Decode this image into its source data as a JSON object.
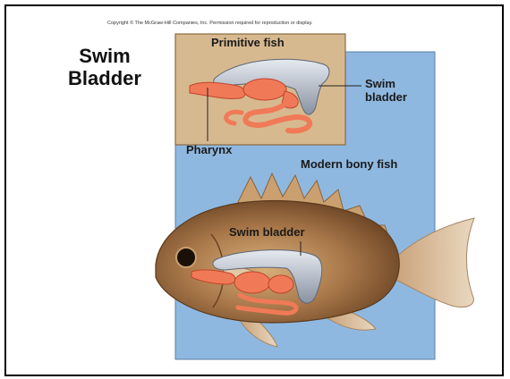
{
  "header": {
    "copyright": "Copyright © The McGraw-Hill Companies, Inc. Permission required for reproduction or display.",
    "title_line1": "Swim",
    "title_line2": "Bladder"
  },
  "labels": {
    "primitive_fish": "Primitive fish",
    "swim_bladder_top_line1": "Swim",
    "swim_bladder_top_line2": "bladder",
    "pharynx": "Pharynx",
    "modern_bony_fish": "Modern bony fish",
    "swim_bladder_fish": "Swim bladder"
  },
  "colors": {
    "blue_panel": "#8fb8e0",
    "tan_panel": "#d7b98f",
    "bladder_gray": "#9aa3b1",
    "gut_orange": "#f07a58",
    "fish_body": "#a9784a"
  }
}
